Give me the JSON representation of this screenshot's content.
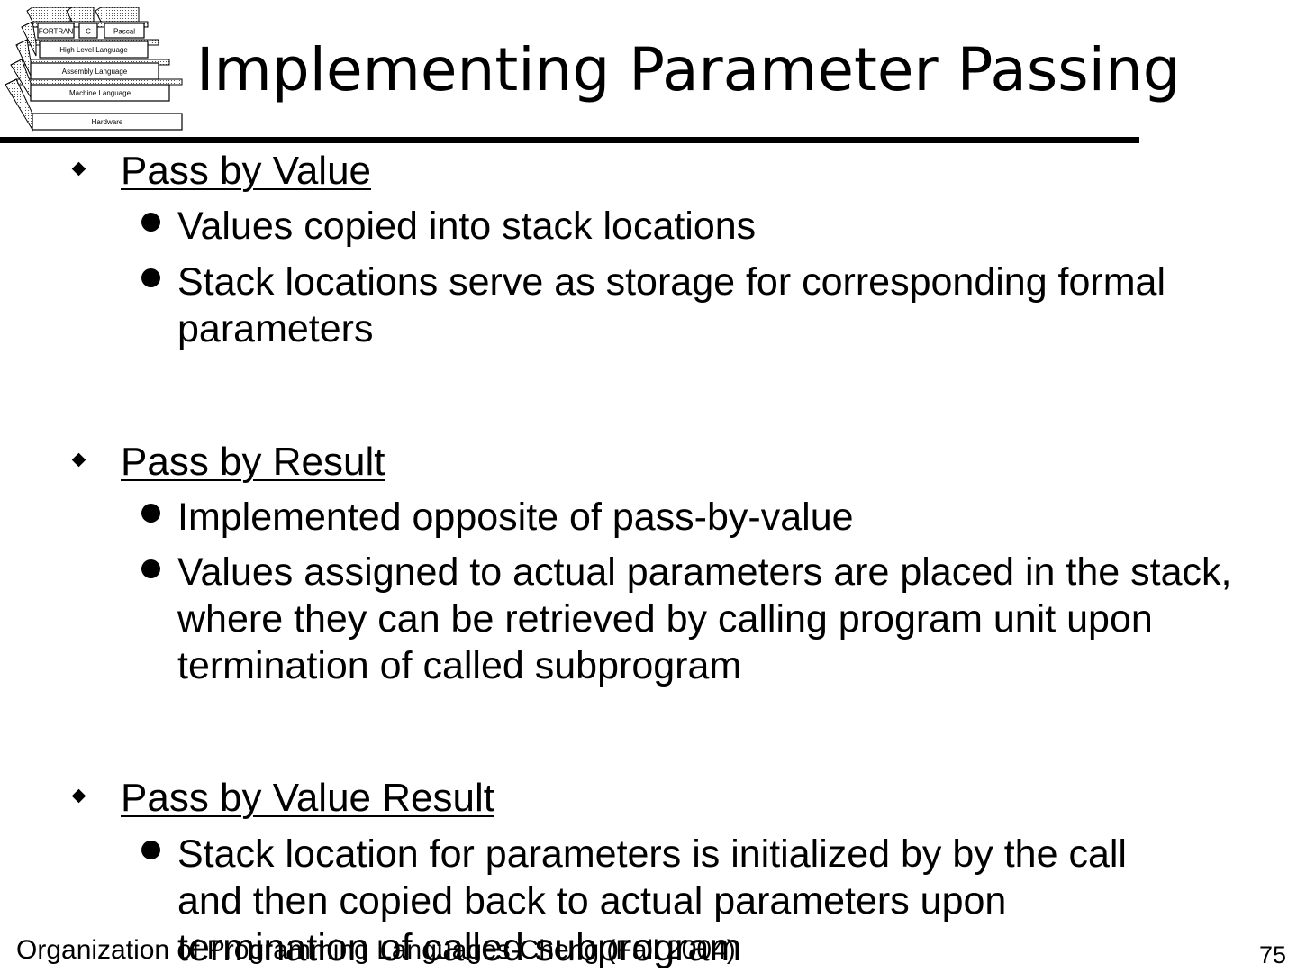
{
  "slide": {
    "title": "Implementing Parameter Passing",
    "sections": [
      {
        "heading": "Pass by Value",
        "items": [
          "Values copied into stack locations",
          "Stack locations serve as storage for corresponding formal parameters"
        ]
      },
      {
        "heading": "Pass by Result",
        "items": [
          "Implemented opposite of pass-by-value",
          "Values assigned to actual parameters are placed in the stack, where they can be retrieved by calling program unit upon termination of called subprogram"
        ]
      },
      {
        "heading": "Pass by Value Result",
        "items": [
          "Stack location for parameters is initialized by by the call and then copied back to actual parameters upon termination of called subprogram"
        ]
      }
    ],
    "footer": "Organization of Programming Languages-Cheng (Fall 2004)",
    "page_number": "75"
  },
  "logo": {
    "top_labels": [
      "FORTRAN",
      "C",
      "Pascal"
    ],
    "layers": [
      "High Level Language",
      "Assembly Language",
      "Machine Language",
      "Hardware"
    ]
  }
}
